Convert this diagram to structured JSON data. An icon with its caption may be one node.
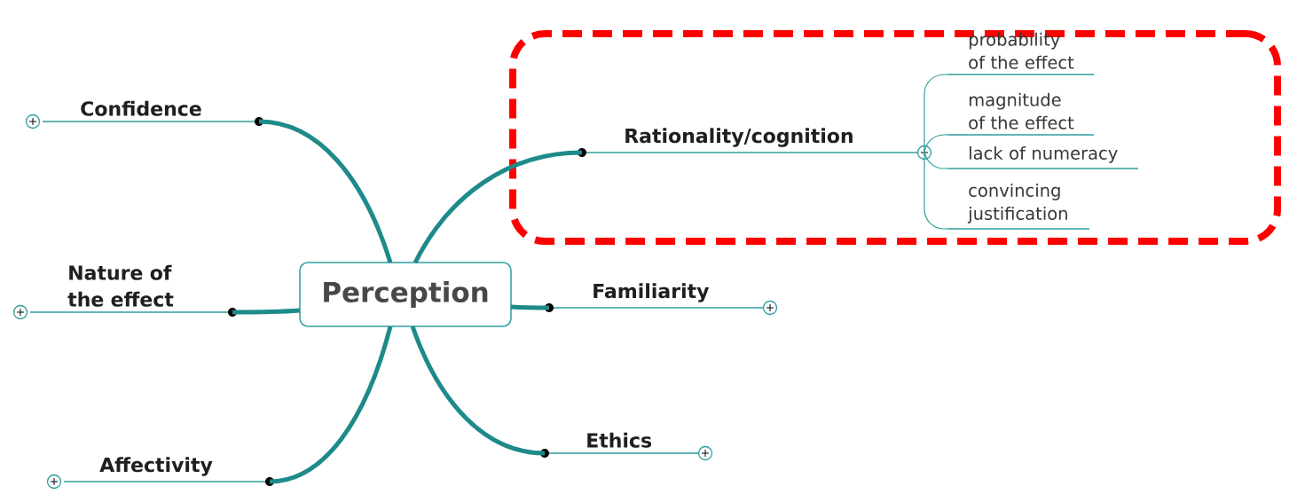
{
  "diagram": {
    "nodes": [
      {
        "text": [
          "Perception"
        ]
      },
      {
        "text": [
          "Confidence"
        ]
      },
      {
        "text": [
          "Nature of the effect"
        ]
      },
      {
        "text": [
          "Affectivity"
        ]
      },
      {
        "text": [],
        "shape": "box"
      },
      {
        "text": [
          "Rationality/cognition"
        ],
        "in": 4
      },
      {
        "text": [
          "probability of the effect"
        ],
        "in": 4
      },
      {
        "text": [
          "magnitude of the effect"
        ],
        "in": 4
      },
      {
        "text": [
          "lack of numeracy"
        ],
        "in": 4
      },
      {
        "text": [
          "convincing justification"
        ],
        "in": 4
      },
      {
        "text": [
          "Familiarity"
        ]
      },
      {
        "text": [
          "Ethics"
        ]
      }
    ],
    "edges": [
      {
        "from": 0,
        "to": 1,
        "arrow": "none"
      },
      {
        "from": 0,
        "to": 2,
        "arrow": "none"
      },
      {
        "from": 0,
        "to": 3,
        "arrow": "none"
      },
      {
        "from": 0,
        "to": 5,
        "arrow": "none"
      },
      {
        "from": 0,
        "to": 10,
        "arrow": "none"
      },
      {
        "from": 0,
        "to": 11,
        "arrow": "none"
      },
      {
        "from": 5,
        "to": 6,
        "arrow": "none"
      },
      {
        "from": 5,
        "to": 7,
        "arrow": "none"
      },
      {
        "from": 5,
        "to": 8,
        "arrow": "none"
      },
      {
        "from": 5,
        "to": 9,
        "arrow": "none"
      }
    ]
  }
}
